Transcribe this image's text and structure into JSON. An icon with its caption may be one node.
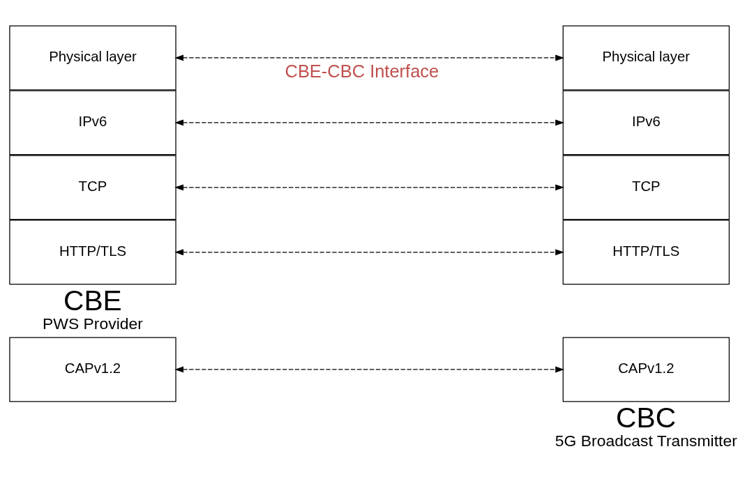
{
  "diagram": {
    "nodes": [
      {
        "text": [
          "CBE",
          "PWS Provider"
        ]
      },
      {
        "text": [
          "CAPv1.2"
        ]
      },
      {
        "text": [
          "HTTP/TLS"
        ]
      },
      {
        "text": [
          "TCP"
        ]
      },
      {
        "text": [
          "IPv6"
        ]
      },
      {
        "text": [
          "Physical layer"
        ]
      },
      {
        "text": [
          "CBC",
          "5G Broadcast Transmitter"
        ]
      },
      {
        "text": [
          "CAPv1.2"
        ]
      },
      {
        "text": [
          "HTTP/TLS"
        ]
      },
      {
        "text": [
          "TCP"
        ]
      },
      {
        "text": [
          "IPv6"
        ]
      },
      {
        "text": [
          "Physical layer"
        ]
      }
    ],
    "edges": [
      {
        "from": 1,
        "to": 7,
        "arrow": "both",
        "style": "dashed"
      },
      {
        "from": 2,
        "to": 8,
        "arrow": "both",
        "style": "dashed"
      },
      {
        "from": 3,
        "to": 9,
        "arrow": "both",
        "style": "dashed"
      },
      {
        "from": 4,
        "to": 10,
        "arrow": "both",
        "style": "dashed"
      },
      {
        "from": 5,
        "to": 11,
        "arrow": "both",
        "style": "dashed"
      }
    ],
    "labels": [
      "CBE-CBC Interface"
    ]
  }
}
